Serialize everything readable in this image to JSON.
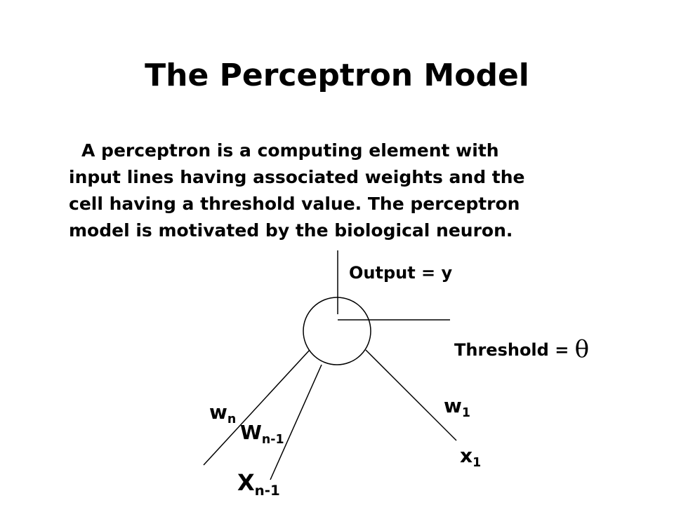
{
  "slide": {
    "title": "The Perceptron Model",
    "body_lines": [
      "A perceptron is a computing element with",
      "input lines having associated weights and the",
      "cell having a threshold value. The perceptron",
      "model is motivated by the biological neuron."
    ]
  },
  "diagram": {
    "output_label": "Output = y",
    "threshold_label": "Threshold = ",
    "threshold_symbol": "θ",
    "weights": {
      "wn": {
        "base": "w",
        "sub": "n"
      },
      "wn1": {
        "base": "W",
        "sub": "n-1"
      },
      "w1": {
        "base": "w",
        "sub": "1"
      }
    },
    "inputs": {
      "x1": {
        "base": "x",
        "sub": "1"
      },
      "xn1": {
        "base": "X",
        "sub": "n-1"
      }
    }
  }
}
